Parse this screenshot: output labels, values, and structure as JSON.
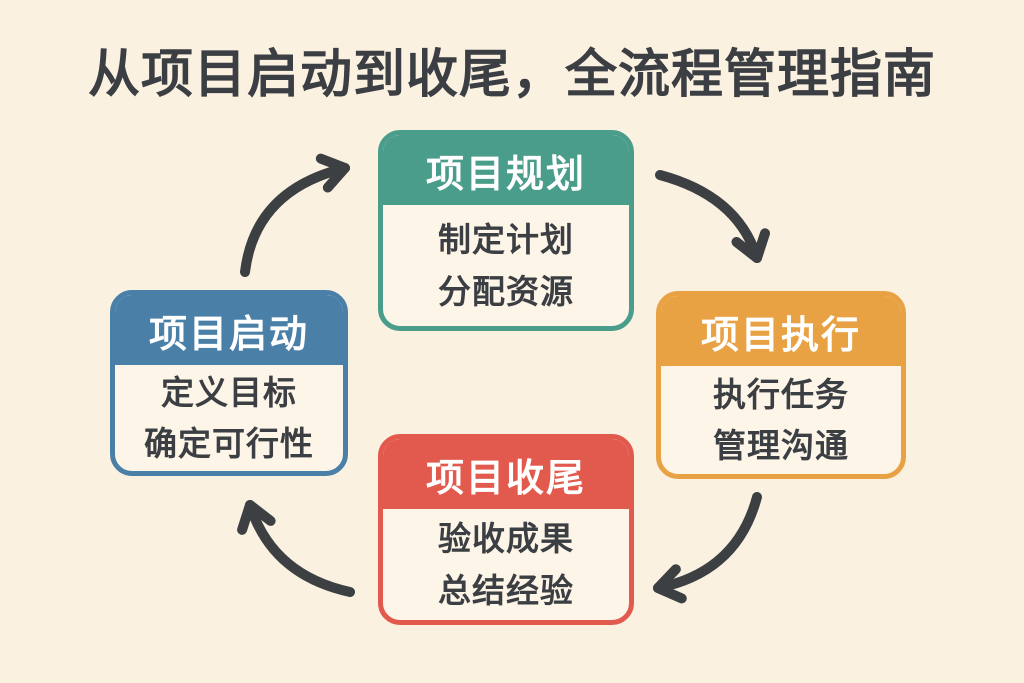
{
  "title": "从项目启动到收尾，全流程管理指南",
  "colors": {
    "background": "#FAF1E1",
    "card_body_background": "#FDF5E8",
    "title_text": "#3B3E42",
    "body_text": "#3B3E42",
    "header_text": "#FFFFFF",
    "arrow": "#3C4043",
    "teal": "#4A9C8B",
    "orange": "#E8A244",
    "red": "#E15A4D",
    "blue": "#4A7FA7"
  },
  "nodes": [
    {
      "id": "initiation",
      "position": "left",
      "color": "#4A7FA7",
      "title": "项目启动",
      "lines": [
        "定义目标",
        "确定可行性"
      ]
    },
    {
      "id": "planning",
      "position": "top",
      "color": "#4A9C8B",
      "title": "项目规划",
      "lines": [
        "制定计划",
        "分配资源"
      ]
    },
    {
      "id": "execution",
      "position": "right",
      "color": "#E8A244",
      "title": "项目执行",
      "lines": [
        "执行任务",
        "管理沟通"
      ]
    },
    {
      "id": "closing",
      "position": "bottom",
      "color": "#E15A4D",
      "title": "项目收尾",
      "lines": [
        "验收成果",
        "总结经验"
      ]
    }
  ],
  "arrows": [
    {
      "from": "项目启动",
      "to": "项目规划"
    },
    {
      "from": "项目规划",
      "to": "项目执行"
    },
    {
      "from": "项目执行",
      "to": "项目收尾"
    },
    {
      "from": "项目收尾",
      "to": "项目启动"
    }
  ]
}
